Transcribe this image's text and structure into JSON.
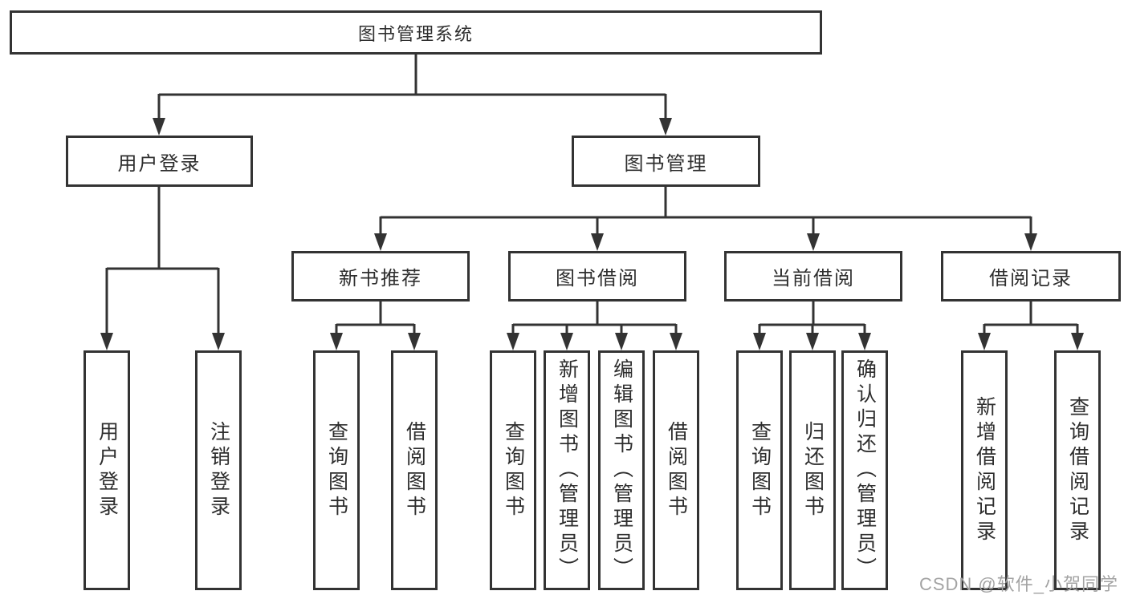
{
  "diagram": {
    "root": {
      "label": "图书管理系统"
    },
    "branches": [
      {
        "label": "用户登录",
        "children": [
          {
            "label": "用户登录"
          },
          {
            "label": "注销登录"
          }
        ]
      },
      {
        "label": "图书管理",
        "children": [
          {
            "label": "新书推荐",
            "children": [
              {
                "label": "查询图书"
              },
              {
                "label": "借阅图书"
              }
            ]
          },
          {
            "label": "图书借阅",
            "children": [
              {
                "label": "查询图书"
              },
              {
                "label": "新增图书（管理员）"
              },
              {
                "label": "编辑图书（管理员）"
              },
              {
                "label": "借阅图书"
              }
            ]
          },
          {
            "label": "当前借阅",
            "children": [
              {
                "label": "查询图书"
              },
              {
                "label": "归还图书"
              },
              {
                "label": "确认归还（管理员）"
              }
            ]
          },
          {
            "label": "借阅记录",
            "children": [
              {
                "label": "新增借阅记录"
              },
              {
                "label": "查询借阅记录"
              }
            ]
          }
        ]
      }
    ]
  },
  "watermark": {
    "text": "CSDN @软件_小贺同学"
  },
  "colors": {
    "line": "#333333",
    "box_border": "#333333",
    "box_background": "#ffffff",
    "text": "#2e2e2e",
    "watermark": "#a3a3a3",
    "background": "#ffffff"
  }
}
